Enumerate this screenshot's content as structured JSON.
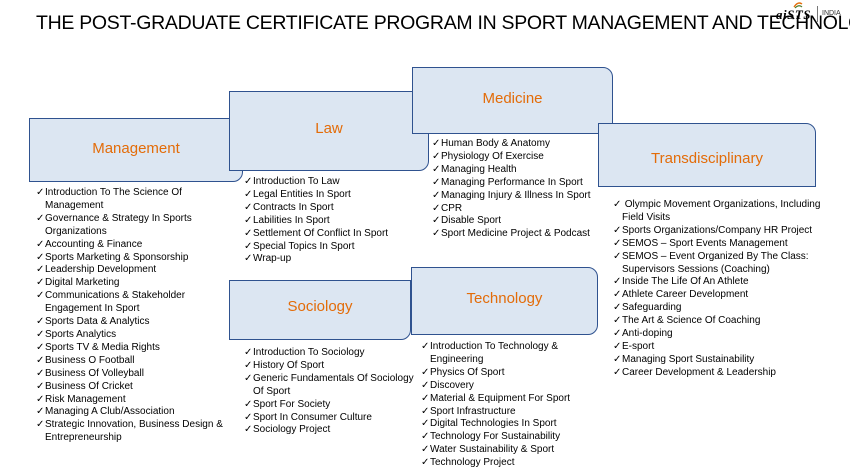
{
  "header": {
    "title": "THE POST-GRADUATE CERTIFICATE PROGRAM IN SPORT MANAGEMENT AND TECHNOLOGY",
    "logo_text": "aiSTS",
    "logo_sub": "INDIA"
  },
  "check_glyph": "✓",
  "sections": {
    "management": {
      "label": "Management",
      "items": [
        "Introduction To The Science Of Management",
        "Governance & Strategy In Sports Organizations",
        "Accounting & Finance",
        "Sports Marketing & Sponsorship",
        "Leadership Development",
        "Digital Marketing",
        "Communications & Stakeholder Engagement In Sport",
        "Sports Data & Analytics",
        "Sports Analytics",
        "Sports TV & Media Rights",
        "Business O Football",
        "Business Of Volleyball",
        "Business Of Cricket",
        "Risk Management",
        "Managing A Club/Association",
        "Strategic Innovation, Business Design & Entrepreneurship"
      ]
    },
    "law": {
      "label": "Law",
      "items": [
        "Introduction To Law",
        "Legal Entities In Sport",
        "Contracts In Sport",
        "Labilities In Sport",
        "Settlement Of Conflict In Sport",
        "Special Topics In Sport",
        "Wrap-up"
      ]
    },
    "sociology": {
      "label": "Sociology",
      "items": [
        "Introduction To Sociology",
        "History Of Sport",
        "Generic Fundamentals Of Sociology Of Sport",
        "Sport For Society",
        "Sport In Consumer Culture",
        "Sociology Project"
      ]
    },
    "medicine": {
      "label": "Medicine",
      "items": [
        "Human Body & Anatomy",
        "Physiology Of Exercise",
        "Managing Health",
        "Managing Performance In Sport",
        "Managing Injury & Illness In Sport",
        "CPR",
        "Disable Sport",
        "Sport Medicine Project & Podcast"
      ]
    },
    "technology": {
      "label": "Technology",
      "items": [
        "Introduction To Technology & Engineering",
        "Physics Of Sport",
        "Discovery",
        "Material & Equipment For Sport",
        "Sport Infrastructure",
        "Digital Technologies In Sport",
        "Technology For Sustainability",
        "Water Sustainability & Sport",
        "Technology Project"
      ]
    },
    "transdisciplinary": {
      "label": "Transdisciplinary",
      "items": [
        " Olympic Movement Organizations, Including Field Visits",
        "Sports Organizations/Company HR Project",
        "SEMOS – Sport Events Management",
        "SEMOS – Event Organized By The Class: Supervisors Sessions (Coaching)",
        "Inside The Life Of An Athlete",
        "Athlete Career Development",
        "Safeguarding",
        "The Art & Science Of Coaching",
        "Anti-doping",
        "E-sport",
        "Managing Sport Sustainability",
        "Career Development & Leadership"
      ]
    }
  },
  "colors": {
    "box_fill": "#dce6f2",
    "box_border": "#2f528f",
    "label": "#e36c09"
  }
}
